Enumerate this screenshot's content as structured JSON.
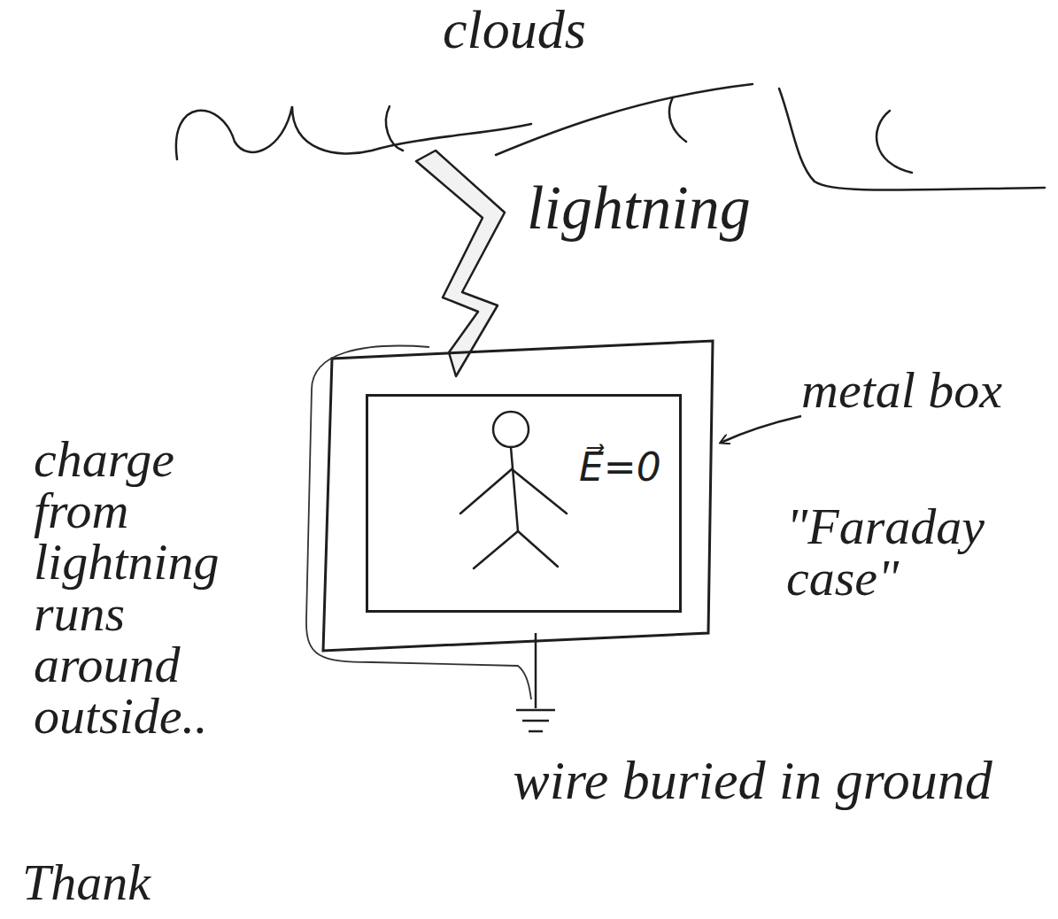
{
  "diagram": {
    "nodes": [
      {
        "text": [
          "E⃗=0"
        ]
      }
    ],
    "labels": [
      "clouds",
      "lightning",
      "metal box",
      "\"Faraday case\"",
      "charge from lightning runs around outside..",
      "Thank",
      "wire buried in ground"
    ]
  }
}
